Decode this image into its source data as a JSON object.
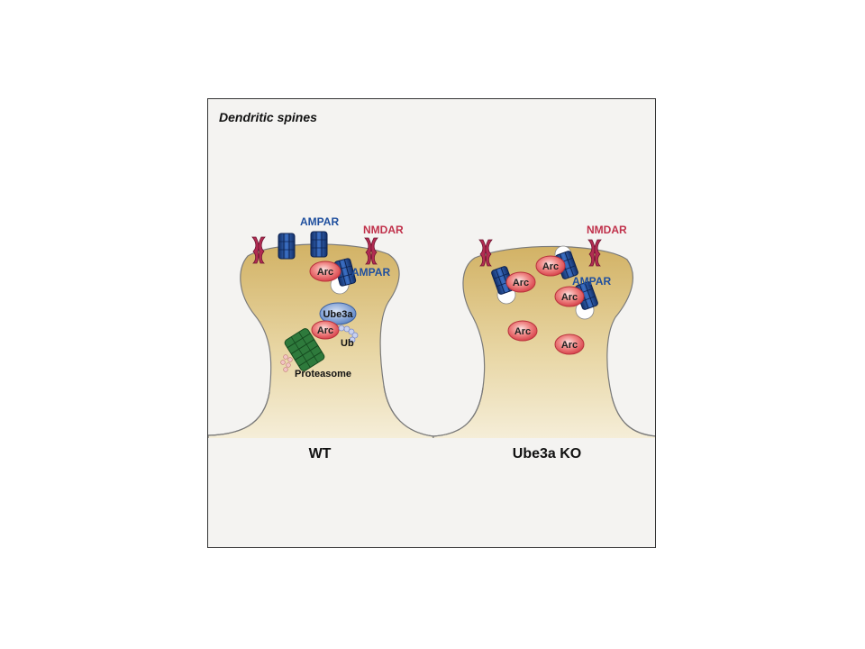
{
  "figure": {
    "title": "Dendritic spines",
    "wt": {
      "condition_label": "WT",
      "ampar_top_label": "AMPAR",
      "nmdar_label": "NMDAR",
      "arc_label": "Arc",
      "ampar_side_label": "AMPAR",
      "ube3a_label": "Ube3a",
      "arc2_label": "Arc",
      "ub_label": "Ub",
      "proteasome_label": "Proteasome"
    },
    "ko": {
      "condition_label": "Ube3a KO",
      "nmdar_label": "NMDAR",
      "ampar_label": "AMPAR",
      "arc_labels": [
        "Arc",
        "Arc",
        "Arc",
        "Arc",
        "Arc"
      ]
    },
    "colors": {
      "ampar": "#1f4f9e",
      "nmdar": "#c0304a",
      "arc": "#e8565c",
      "ube3a": "#6f95d0",
      "proteasome": "#2e7a3c",
      "ub": "#a9b6e6",
      "spine_fill": "#dcbf73"
    },
    "icons": [
      "ampar-receptor-icon",
      "nmdar-receptor-icon",
      "proteasome-icon",
      "ubiquitin-chain-icon"
    ]
  }
}
